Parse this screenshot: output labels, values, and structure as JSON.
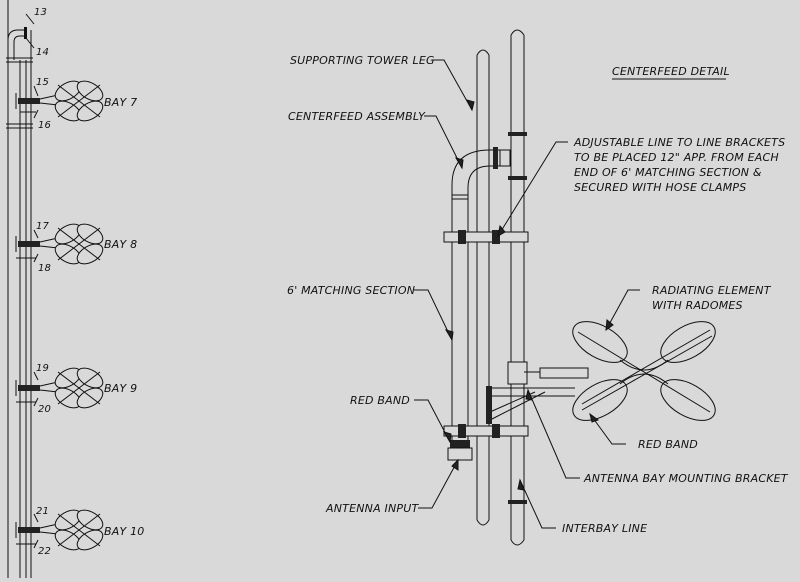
{
  "title": "CENTERFEED DETAIL",
  "bays": [
    {
      "label": "BAY 7",
      "numbers": [
        "15",
        "16"
      ]
    },
    {
      "label": "BAY 8",
      "numbers": [
        "17",
        "18"
      ]
    },
    {
      "label": "BAY 9",
      "numbers": [
        "19",
        "20"
      ]
    },
    {
      "label": "BAY 10",
      "numbers": [
        "21",
        "22"
      ]
    }
  ],
  "top_numbers": [
    "13",
    "14"
  ],
  "callouts": {
    "tower_leg": "SUPPORTING TOWER LEG",
    "centerfeed_assembly": "CENTERFEED ASSEMBLY",
    "brackets": [
      "ADJUSTABLE LINE TO LINE BRACKETS",
      "TO BE PLACED 12\" APP. FROM EACH",
      "END OF 6' MATCHING SECTION &",
      "SECURED WITH HOSE CLAMPS"
    ],
    "matching_section": "6' MATCHING SECTION",
    "radiating_element": [
      "RADIATING ELEMENT",
      "WITH RADOMES"
    ],
    "red_band_left": "RED BAND",
    "red_band_right": "RED BAND",
    "mounting_bracket": "ANTENNA BAY MOUNTING BRACKET",
    "antenna_input": "ANTENNA INPUT",
    "interbay_line": "INTERBAY LINE"
  }
}
